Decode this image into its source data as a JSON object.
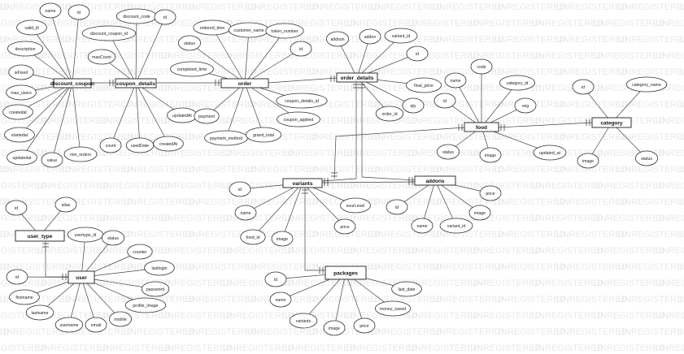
{
  "watermark": {
    "text": "UNREGISTERED",
    "color": "#e9e9e9"
  },
  "entities": [
    {
      "id": "discount_coupon",
      "label": "discount_coupon"
    },
    {
      "id": "coupon_details",
      "label": "coupon_details"
    },
    {
      "id": "order",
      "label": "order"
    },
    {
      "id": "order_details",
      "label": "order_details"
    },
    {
      "id": "food",
      "label": "food"
    },
    {
      "id": "category",
      "label": "category"
    },
    {
      "id": "variants",
      "label": "variants"
    },
    {
      "id": "addons",
      "label": "addons"
    },
    {
      "id": "user_type",
      "label": "user_type"
    },
    {
      "id": "user",
      "label": "user"
    },
    {
      "id": "packages",
      "label": "packages"
    }
  ],
  "attributes": [
    {
      "entity": "discount_coupon",
      "label": "name"
    },
    {
      "entity": "discount_coupon",
      "label": "id"
    },
    {
      "entity": "discount_coupon",
      "label": "valid_til"
    },
    {
      "entity": "discount_coupon",
      "label": "description"
    },
    {
      "entity": "discount_coupon",
      "label": "isFixed"
    },
    {
      "entity": "discount_coupon",
      "label": "max_users"
    },
    {
      "entity": "discount_coupon",
      "label": "createdat"
    },
    {
      "entity": "discount_coupon",
      "label": "startedat"
    },
    {
      "entity": "discount_coupon",
      "label": "updatedat"
    },
    {
      "entity": "discount_coupon",
      "label": "value"
    },
    {
      "entity": "discount_coupon",
      "label": "min_orders"
    },
    {
      "entity": "coupon_details",
      "label": "discount_code"
    },
    {
      "entity": "coupon_details",
      "label": "id"
    },
    {
      "entity": "coupon_details",
      "label": "discount_coupon_id"
    },
    {
      "entity": "coupon_details",
      "label": "maxCount"
    },
    {
      "entity": "coupon_details",
      "label": "count"
    },
    {
      "entity": "coupon_details",
      "label": "usedDate"
    },
    {
      "entity": "coupon_details",
      "label": "createdAt"
    },
    {
      "entity": "coupon_details",
      "label": "updatedAt"
    },
    {
      "entity": "order",
      "label": "ordered_time"
    },
    {
      "entity": "order",
      "label": "customer_name"
    },
    {
      "entity": "order",
      "label": "token_number"
    },
    {
      "entity": "order",
      "label": "status"
    },
    {
      "entity": "order",
      "label": "id"
    },
    {
      "entity": "order",
      "label": "completed_time"
    },
    {
      "entity": "order",
      "label": "payment"
    },
    {
      "entity": "order",
      "label": "payment_method"
    },
    {
      "entity": "order",
      "label": "grand_total"
    },
    {
      "entity": "order",
      "label": "coupon_applied"
    },
    {
      "entity": "order",
      "label": "coupon_details_id"
    },
    {
      "entity": "order_details",
      "label": "addson"
    },
    {
      "entity": "order_details",
      "label": "addon"
    },
    {
      "entity": "order_details",
      "label": "variant_id"
    },
    {
      "entity": "order_details",
      "label": "id"
    },
    {
      "entity": "order_details",
      "label": "final_price"
    },
    {
      "entity": "order_details",
      "label": "qty"
    },
    {
      "entity": "order_details",
      "label": "order_id"
    },
    {
      "entity": "food",
      "label": "code"
    },
    {
      "entity": "food",
      "label": "name"
    },
    {
      "entity": "food",
      "label": "category_id"
    },
    {
      "entity": "food",
      "label": "id"
    },
    {
      "entity": "food",
      "label": "veg"
    },
    {
      "entity": "food",
      "label": "status"
    },
    {
      "entity": "food",
      "label": "image"
    },
    {
      "entity": "food",
      "label": "updated_at"
    },
    {
      "entity": "category",
      "label": "id"
    },
    {
      "entity": "category",
      "label": "category_name"
    },
    {
      "entity": "category",
      "label": "image"
    },
    {
      "entity": "category",
      "label": "status"
    },
    {
      "entity": "variants",
      "label": "id"
    },
    {
      "entity": "variants",
      "label": "name"
    },
    {
      "entity": "variants",
      "label": "food_id"
    },
    {
      "entity": "variants",
      "label": "image"
    },
    {
      "entity": "variants",
      "label": "price"
    },
    {
      "entity": "variants",
      "label": "sourLevel"
    },
    {
      "entity": "addons",
      "label": "price"
    },
    {
      "entity": "addons",
      "label": "id"
    },
    {
      "entity": "addons",
      "label": "image"
    },
    {
      "entity": "addons",
      "label": "name"
    },
    {
      "entity": "addons",
      "label": "variant_id"
    },
    {
      "entity": "user_type",
      "label": "id"
    },
    {
      "entity": "user_type",
      "label": "alias"
    },
    {
      "entity": "user",
      "label": "usertype_id"
    },
    {
      "entity": "user",
      "label": "status"
    },
    {
      "entity": "user",
      "label": "counter"
    },
    {
      "entity": "user",
      "label": "lastlogin"
    },
    {
      "entity": "user",
      "label": "password"
    },
    {
      "entity": "user",
      "label": "profile_image"
    },
    {
      "entity": "user",
      "label": "mobile"
    },
    {
      "entity": "user",
      "label": "email"
    },
    {
      "entity": "user",
      "label": "username"
    },
    {
      "entity": "user",
      "label": "lastname"
    },
    {
      "entity": "user",
      "label": "firstname"
    },
    {
      "entity": "user",
      "label": "id"
    },
    {
      "entity": "packages",
      "label": "id"
    },
    {
      "entity": "packages",
      "label": "name"
    },
    {
      "entity": "packages",
      "label": "variants"
    },
    {
      "entity": "packages",
      "label": "image"
    },
    {
      "entity": "packages",
      "label": "price"
    },
    {
      "entity": "packages",
      "label": "money_saved"
    },
    {
      "entity": "packages",
      "label": "last_date"
    }
  ],
  "relationships": [
    {
      "from": "discount_coupon",
      "to": "coupon_details"
    },
    {
      "from": "coupon_details",
      "to": "order"
    },
    {
      "from": "order",
      "to": "order_details"
    },
    {
      "from": "order_details",
      "to": "variants"
    },
    {
      "from": "order_details",
      "to": "addons"
    },
    {
      "from": "food",
      "to": "variants"
    },
    {
      "from": "food",
      "to": "category"
    },
    {
      "from": "variants",
      "to": "addons"
    },
    {
      "from": "variants",
      "to": "packages"
    },
    {
      "from": "user_type",
      "to": "user"
    }
  ]
}
